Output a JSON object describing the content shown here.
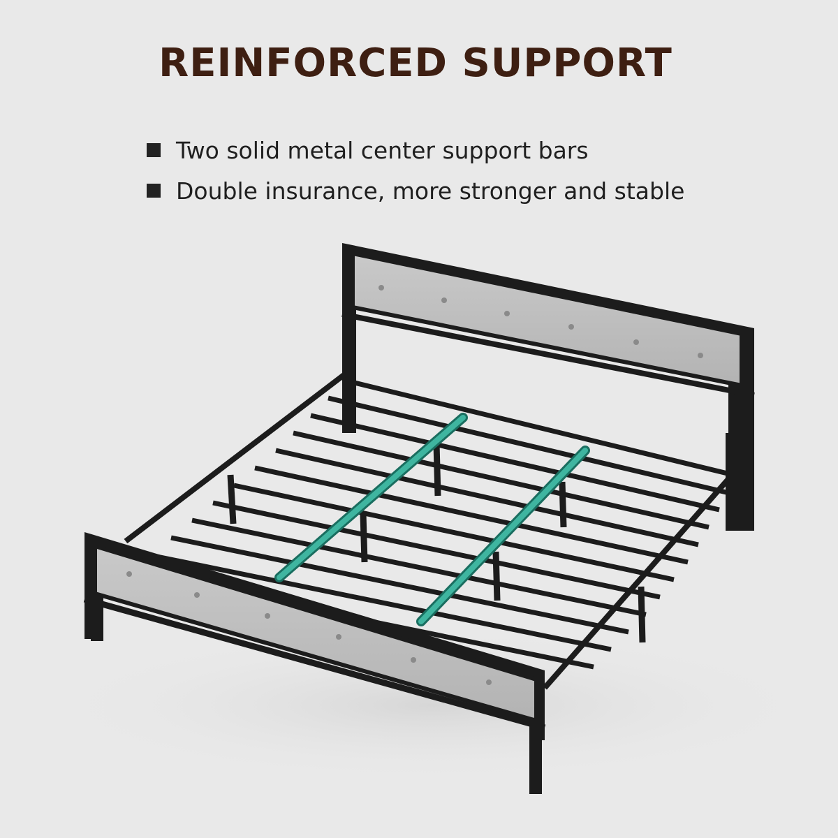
{
  "headline": "REINFORCED SUPPORT",
  "bullets": [
    "Two solid metal center support bars",
    "Double insurance, more stronger and stable"
  ],
  "colors": {
    "background": "#e9e9e9",
    "headline": "#3e1f12",
    "frame": "#1c1c1c",
    "upholstery": "#bdbdbd",
    "support_bar_highlight": "#3fb5a0"
  }
}
